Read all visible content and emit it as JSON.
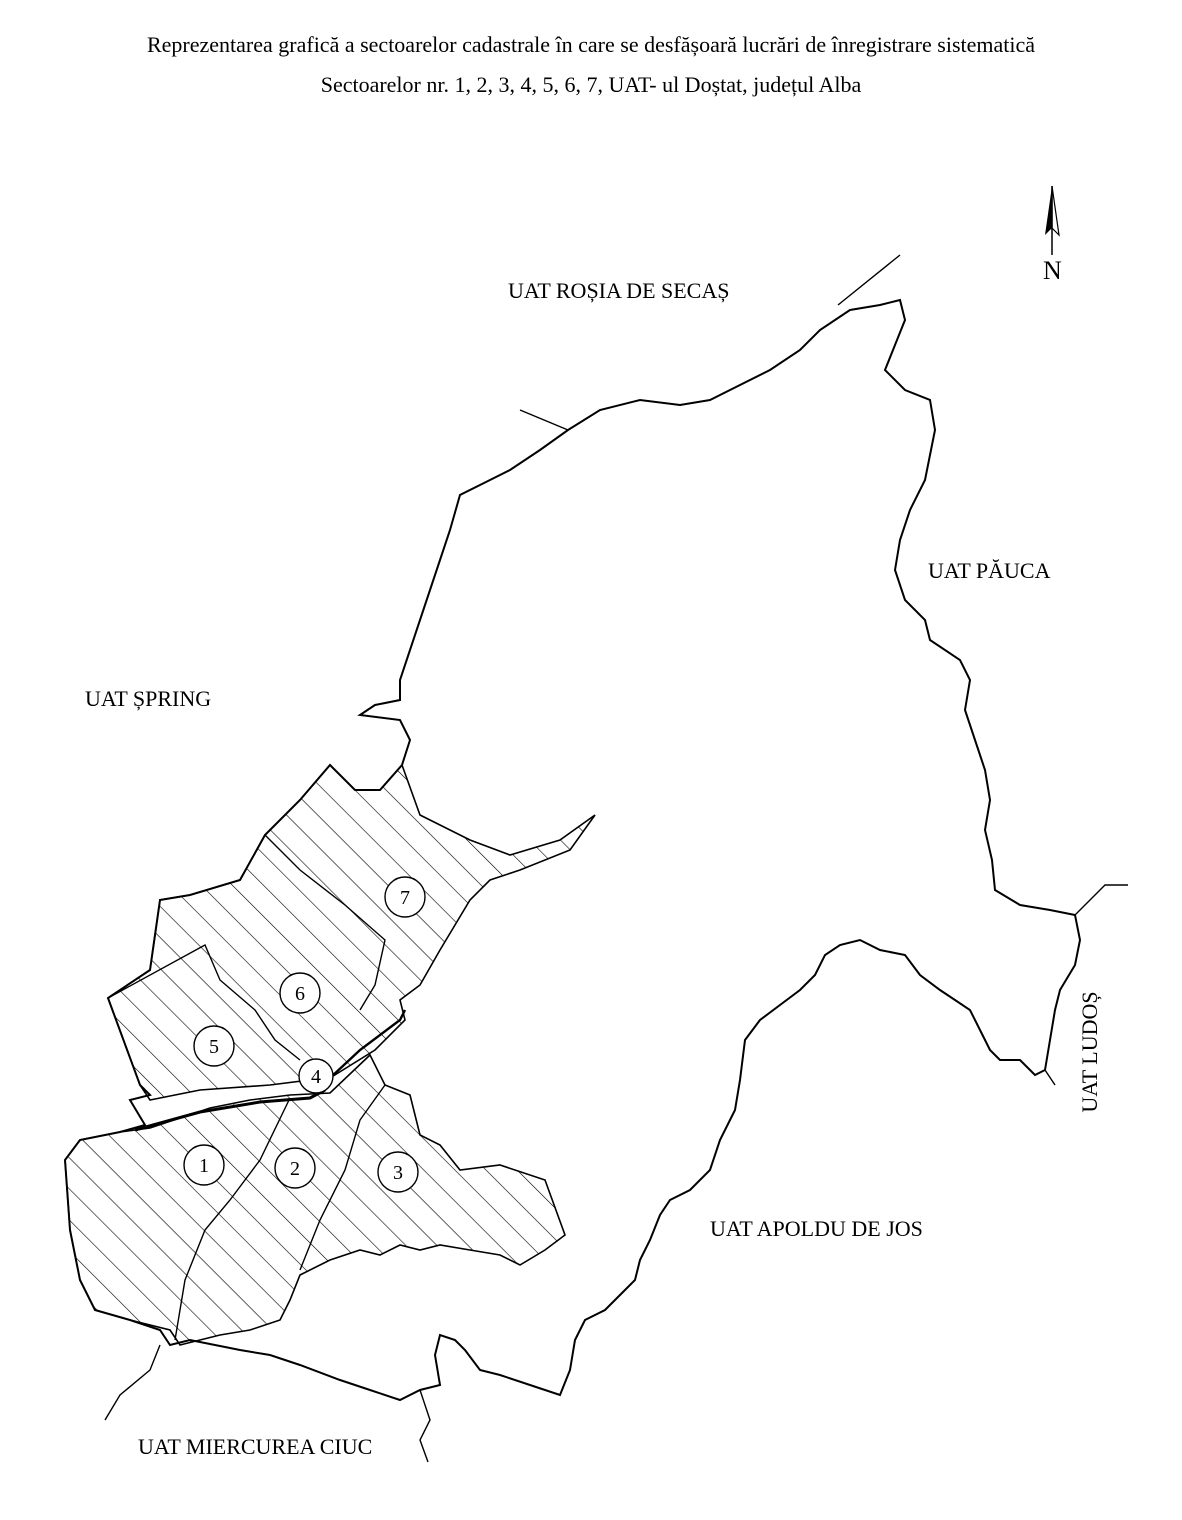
{
  "title": {
    "line1": "Reprezentarea grafică a sectoarelor cadastrale în care  se desfășoară lucrări de înregistrare sistematică",
    "line2": "Sectoarelor nr. 1, 2, 3, 4, 5, 6, 7, UAT- ul Doștat, județul Alba"
  },
  "neighbors": {
    "north": "UAT ROȘIA DE SECAȘ",
    "east": "UAT PĂUCA",
    "west": "UAT ȘPRING",
    "southeast": "UAT APOLDU DE JOS",
    "south": "UAT MIERCUREA CIUC",
    "far_east": "UAT LUDOȘ"
  },
  "north_arrow": {
    "label": "N"
  },
  "sectors": [
    "1",
    "2",
    "3",
    "4",
    "5",
    "6",
    "7"
  ],
  "colors": {
    "line": "#000000",
    "background": "#ffffff"
  }
}
